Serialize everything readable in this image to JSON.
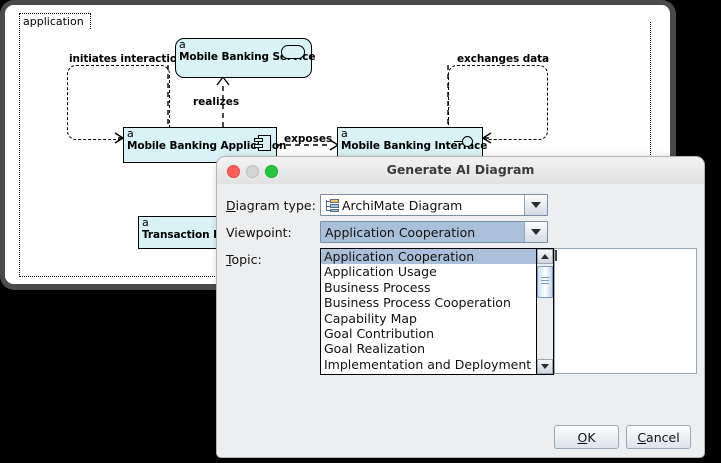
{
  "editor": {
    "group_label": "application",
    "elements": [
      {
        "kind": "a",
        "name": "Mobile Banking Service",
        "icon": "service-oval-icon"
      },
      {
        "kind": "a",
        "name": "Mobile Banking Application",
        "icon": "component-icon"
      },
      {
        "kind": "a",
        "name": "Mobile Banking Interface",
        "icon": "interface-lollipop-icon"
      },
      {
        "kind": "a",
        "name": "Transaction Data",
        "icon": "data-object-icon"
      }
    ],
    "group_labels": [
      {
        "text": "initiates interaction"
      },
      {
        "text": "exchanges data"
      }
    ],
    "connection_labels": [
      {
        "text": "realizes"
      },
      {
        "text": "exposes"
      }
    ]
  },
  "dialog": {
    "title": "Generate AI Diagram",
    "labels": {
      "diagram_type": "Diagram type:",
      "diagram_type_mnemonic": "D",
      "diagram_type_rest": "iagram type:",
      "viewpoint": "Viewpoint:",
      "topic_mnemonic": "T",
      "topic_rest": "opic:"
    },
    "diagram_type": {
      "value": "ArchiMate Diagram",
      "icon": "archimate-diagram-icon"
    },
    "viewpoint": {
      "value": "Application Cooperation",
      "options": [
        "Application Cooperation",
        "Application Usage",
        "Business Process",
        "Business Process Cooperation",
        "Capability Map",
        "Goal Contribution",
        "Goal Realization",
        "Implementation and Deployment"
      ],
      "selected_index": 0
    },
    "topic": {
      "value": "",
      "placeholder": ""
    },
    "buttons": {
      "ok_mnemonic": "O",
      "ok_rest": "K",
      "cancel_mnemonic": "C",
      "cancel_rest": "ancel"
    },
    "window_controls": {
      "close": "close-button",
      "minimize": "minimize-button",
      "maximize": "maximize-button"
    }
  },
  "colors": {
    "element_fill": "#d9f2f5",
    "selection": "#a9c0d8",
    "dialog_bg": "#edeeef",
    "close": "#fb5f57",
    "minimize": "#d4d4d4",
    "maximize": "#28c840"
  }
}
